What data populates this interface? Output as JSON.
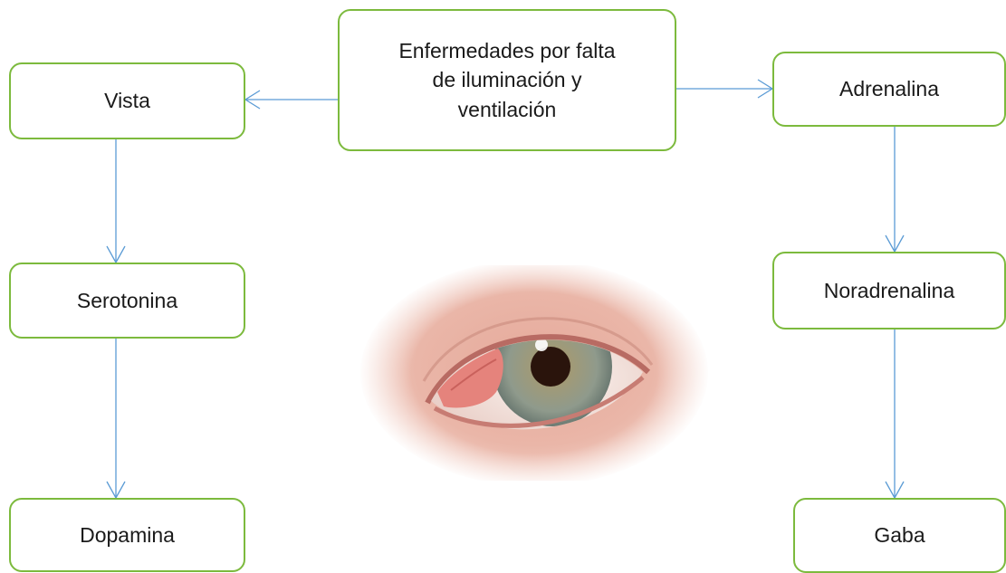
{
  "nodes": {
    "center": "Enfermedades por falta de iluminación y ventilación",
    "vista": "Vista",
    "serotonina": "Serotonina",
    "dopamina": "Dopamina",
    "adrenalina": "Adrenalina",
    "noradrenalina": "Noradrenalina",
    "gaba": "Gaba"
  },
  "edges": [
    [
      "center",
      "vista"
    ],
    [
      "center",
      "adrenalina"
    ],
    [
      "vista",
      "serotonina"
    ],
    [
      "serotonina",
      "dopamina"
    ],
    [
      "adrenalina",
      "noradrenalina"
    ],
    [
      "noradrenalina",
      "gaba"
    ]
  ],
  "image": {
    "subject": "eye-with-pterygium-illustration"
  },
  "colors": {
    "node_border": "#7cba3d",
    "arrow": "#5b9bd5",
    "text": "#1a1a1a"
  }
}
